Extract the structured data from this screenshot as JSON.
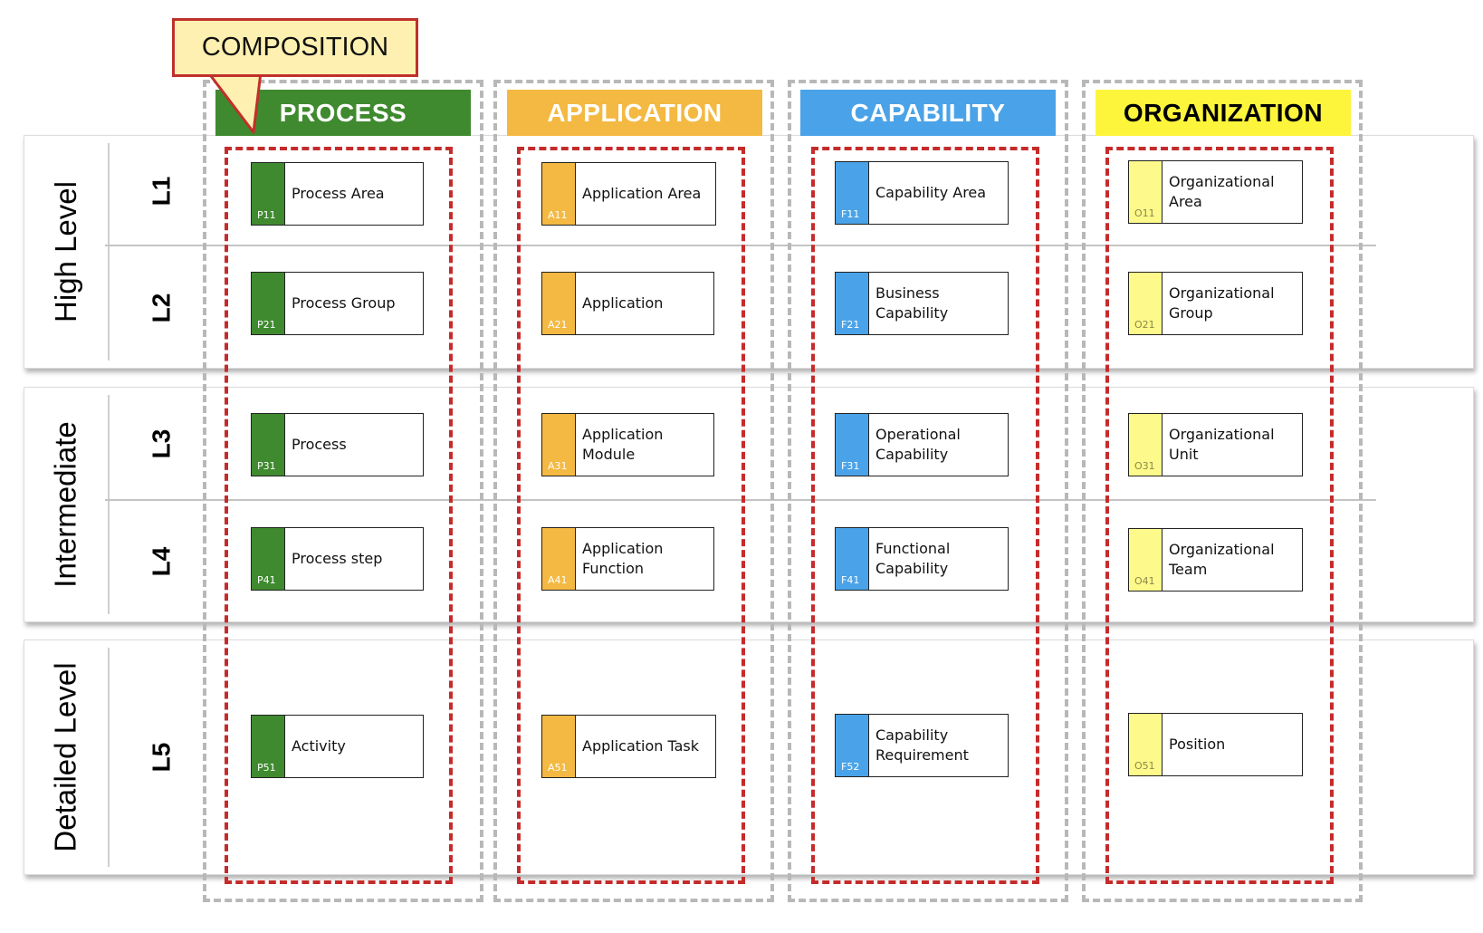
{
  "callout": {
    "label": "COMPOSITION"
  },
  "bands": [
    {
      "label": "High Level",
      "levels": [
        "L1",
        "L2"
      ]
    },
    {
      "label": "Intermediate",
      "levels": [
        "L3",
        "L4"
      ]
    },
    {
      "label": "Detailed Level",
      "levels": [
        "L5"
      ]
    }
  ],
  "columns": [
    {
      "title": "PROCESS",
      "header_color": "#3f8a2f",
      "header_text_color": "#ffffff",
      "strip_color": "#3f8a2f",
      "code_color": "#ffffff",
      "items": [
        {
          "code": "P11",
          "label": "Process Area"
        },
        {
          "code": "P21",
          "label": "Process Group"
        },
        {
          "code": "P31",
          "label": "Process"
        },
        {
          "code": "P41",
          "label": "Process step"
        },
        {
          "code": "P51",
          "label": "Activity"
        }
      ]
    },
    {
      "title": "APPLICATION",
      "header_color": "#f4b942",
      "header_text_color": "#ffffff",
      "strip_color": "#f4b942",
      "code_color": "#ffffff",
      "items": [
        {
          "code": "A11",
          "label": "Application Area"
        },
        {
          "code": "A21",
          "label": "Application"
        },
        {
          "code": "A31",
          "label": "Application\nModule"
        },
        {
          "code": "A41",
          "label": "Application\nFunction"
        },
        {
          "code": "A51",
          "label": "Application Task"
        }
      ]
    },
    {
      "title": "CAPABILITY",
      "header_color": "#4aa3e8",
      "header_text_color": "#ffffff",
      "strip_color": "#4aa3e8",
      "code_color": "#ffffff",
      "items": [
        {
          "code": "F11",
          "label": "Capability Area"
        },
        {
          "code": "F21",
          "label": "Business\nCapability"
        },
        {
          "code": "F31",
          "label": "Operational\nCapability"
        },
        {
          "code": "F41",
          "label": "Functional\nCapability"
        },
        {
          "code": "F52",
          "label": "Capability\nRequirement"
        }
      ]
    },
    {
      "title": "ORGANIZATION",
      "header_color": "#fdf53c",
      "header_text_color": "#000000",
      "strip_color": "#fdf98a",
      "code_color": "#8a8a4a",
      "items": [
        {
          "code": "O11",
          "label": "Organizational\nArea"
        },
        {
          "code": "O21",
          "label": "Organizational\nGroup"
        },
        {
          "code": "O31",
          "label": "Organizational\nUnit"
        },
        {
          "code": "O41",
          "label": "Organizational\nTeam"
        },
        {
          "code": "O51",
          "label": "Position"
        }
      ]
    }
  ]
}
